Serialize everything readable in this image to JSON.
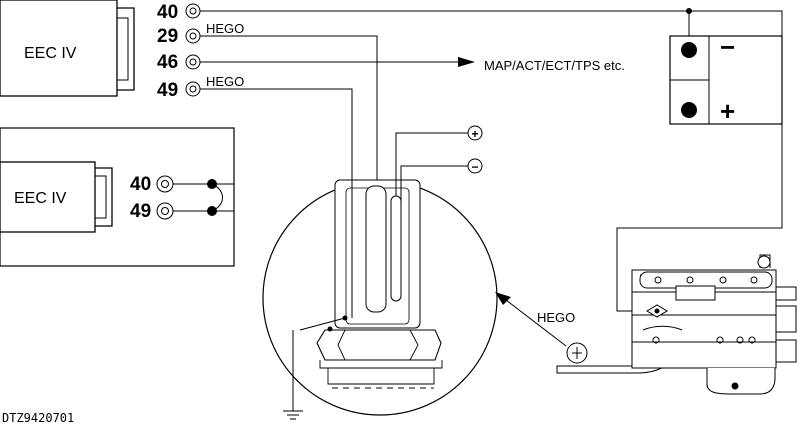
{
  "ecu_main": {
    "label": "EEC IV",
    "pins": [
      {
        "number": "40",
        "wire_label": ""
      },
      {
        "number": "29",
        "wire_label": "HEGO"
      },
      {
        "number": "46",
        "wire_label": ""
      },
      {
        "number": "49",
        "wire_label": "HEGO"
      }
    ],
    "sensor_bus_label": "MAP/ACT/ECT/TPS etc."
  },
  "ecu_inset": {
    "label": "EEC IV",
    "pins": [
      {
        "number": "40"
      },
      {
        "number": "49"
      }
    ]
  },
  "battery": {
    "negative_symbol": "−",
    "positive_symbol": "+"
  },
  "sensor_terminals": {
    "positive_symbol": "+",
    "negative_symbol": "−"
  },
  "sensor_pointer_label": "HEGO",
  "drawing_id": "DTZ9420701"
}
